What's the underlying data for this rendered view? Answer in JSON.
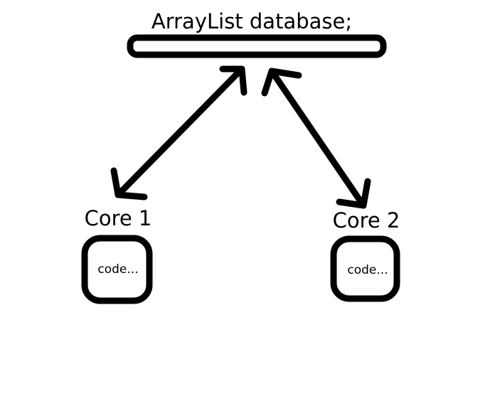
{
  "database": {
    "label": "ArrayList database;"
  },
  "cores": [
    {
      "label": "Core 1",
      "code": "code..."
    },
    {
      "label": "Core 2",
      "code": "code..."
    }
  ],
  "colors": {
    "stroke": "#000000",
    "background": "#ffffff"
  }
}
